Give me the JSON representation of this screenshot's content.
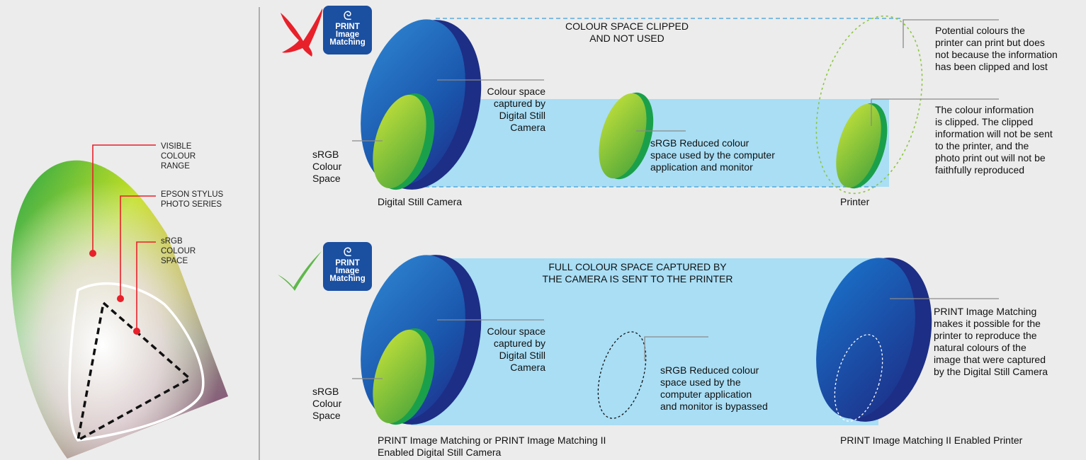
{
  "gamut": {
    "visible": [
      "VISIBLE",
      "COLOUR",
      "RANGE"
    ],
    "epson": [
      "EPSON STYLUS",
      "PHOTO SERIES"
    ],
    "srgb": [
      "sRGB",
      "COLOUR",
      "SPACE"
    ]
  },
  "badge": {
    "icon": "ᘓ",
    "lines": [
      "PRINT",
      "Image",
      "Matching"
    ]
  },
  "top": {
    "clipped_title": [
      "COLOUR SPACE CLIPPED",
      "AND NOT USED"
    ],
    "camera_space": [
      "Colour space",
      "captured by",
      "Digital Still",
      "Camera"
    ],
    "srgb_space": [
      "sRGB",
      "Colour",
      "Space"
    ],
    "reduced": [
      "sRGB Reduced colour",
      "space used by the computer",
      "application and monitor"
    ],
    "potential": [
      "Potential colours the",
      "printer can print but does",
      "not because the information",
      "has been clipped and lost"
    ],
    "clipped_info": [
      "The colour information",
      "is clipped. The clipped",
      "information will not be sent",
      "to the printer, and the",
      "photo print out will not be",
      "faithfully reproduced"
    ],
    "camera_label": "Digital Still Camera",
    "printer_label": "Printer"
  },
  "bottom": {
    "full_title": [
      "FULL COLOUR SPACE CAPTURED BY",
      "THE CAMERA IS SENT TO THE PRINTER"
    ],
    "camera_space": [
      "Colour space",
      "captured by",
      "Digital Still",
      "Camera"
    ],
    "srgb_space": [
      "sRGB",
      "Colour",
      "Space"
    ],
    "bypassed": [
      "sRGB Reduced colour",
      "space used by the",
      "computer application",
      "and monitor is bypassed"
    ],
    "pim_desc": [
      "PRINT Image Matching",
      "makes it possible for the",
      "printer to reproduce the",
      "natural colours of the",
      "image that were captured",
      "by the Digital Still Camera"
    ],
    "camera_label": [
      "PRINT Image Matching or PRINT Image Matching II",
      "Enabled Digital Still Camera"
    ],
    "printer_label": "PRINT Image Matching II Enabled Printer"
  },
  "colors": {
    "cross": "#e8202a",
    "check": "#5fb84a",
    "cylinder": "#a9def5",
    "disc_blue": "#1d63b8",
    "disc_green": "#9ccc33",
    "callout": "#e8202a"
  }
}
